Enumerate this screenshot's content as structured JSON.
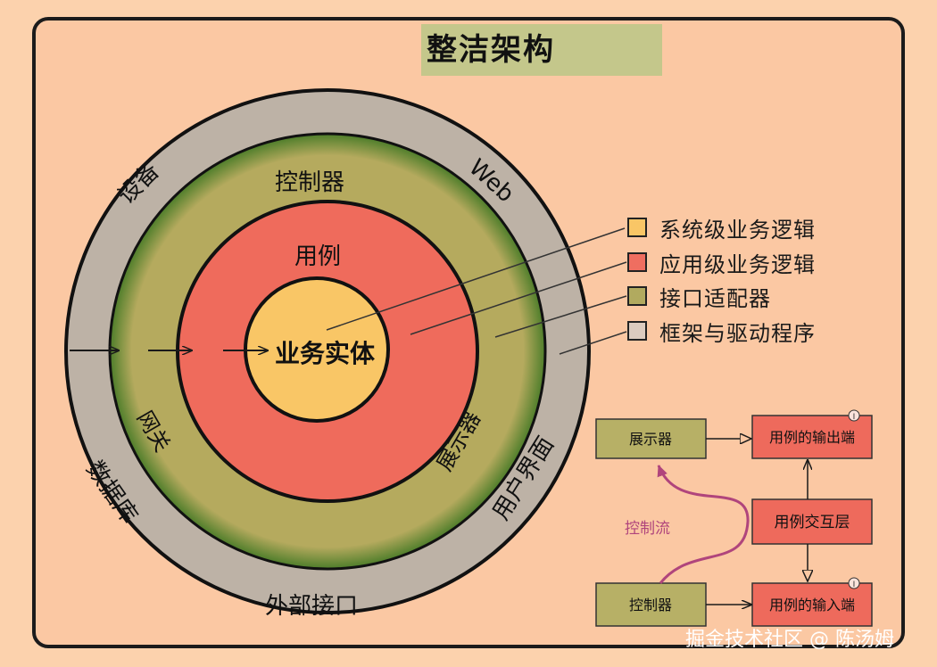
{
  "title": "整洁架构",
  "rings": {
    "outer_labels": {
      "devices": "设备",
      "web": "Web",
      "database": "数据库",
      "ui": "用户界面",
      "external": "外部接口"
    },
    "adapter_labels": {
      "controllers": "控制器",
      "gateways": "网关",
      "presenters": "展示器"
    },
    "usecase_label": "用例",
    "entities_label": "业务实体"
  },
  "legend": [
    {
      "label": "系统级业务逻辑",
      "color": "#f9c666"
    },
    {
      "label": "应用级业务逻辑",
      "color": "#ef6e60"
    },
    {
      "label": "接口适配器",
      "color": "#b1aa5f"
    },
    {
      "label": "框架与驱动程序",
      "color": "#dcccc0"
    }
  ],
  "colors": {
    "frameworks": "#bdb2a6",
    "adapters": "#b5aa5e",
    "usecases": "#ef6b5c",
    "entities": "#f9c666",
    "box_olive": "#b7b066",
    "box_red": "#ee6a5c",
    "flow_arrow": "#b0457c"
  },
  "flow": {
    "presenter": "展示器",
    "usecase_output": "用例的输出端",
    "usecase_interactor": "用例交互层",
    "controller": "控制器",
    "usecase_input": "用例的输入端",
    "control_flow": "控制流"
  },
  "watermark": "掘金技术社区 @ 陈汤姆"
}
